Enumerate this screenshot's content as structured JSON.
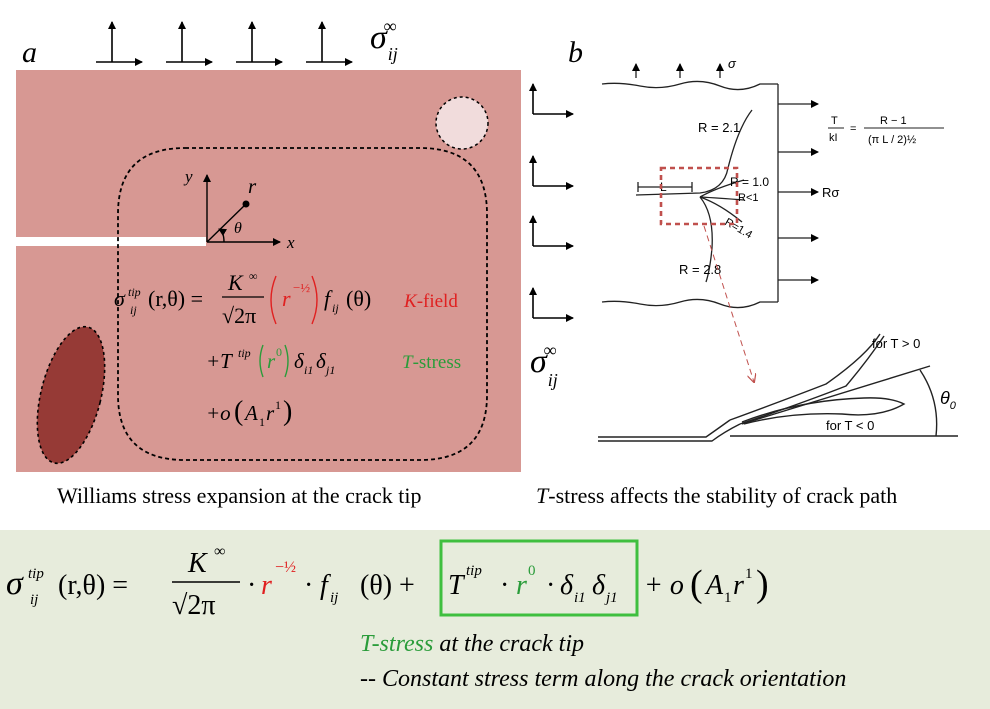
{
  "colors": {
    "plate": "#d79893",
    "hole": "#f1dcdc",
    "inclusion": "#963a36",
    "red": "#e02020",
    "green": "#2a9c3a",
    "bottom_panel": "#e7ecdc",
    "box_green": "#3fbf3f",
    "dashed_box": "#c0504d"
  },
  "panel_a": {
    "label": "a",
    "sigma": "σ",
    "sigma_sub": "ij",
    "sigma_sup": "∞",
    "axis_x": "x",
    "axis_y": "y",
    "r": "r",
    "theta": "θ",
    "caption": "Williams stress expansion at the crack tip",
    "eq1": {
      "lhs": "σ",
      "lhs_sup": "tip",
      "lhs_sub": "ij",
      "args": "(r,θ) =",
      "num": "K",
      "num_sup": "∞",
      "den": "√2π",
      "r_red": "r",
      "r_exp": "−½",
      "f": "f",
      "f_sub": "ij",
      "f_arg": "(θ)"
    },
    "eq2": {
      "plus_T": "+T",
      "T_sup": "tip",
      "r_green": "r",
      "r_exp": "0",
      "delta": "δ",
      "d1": "i1",
      "d2": "j1"
    },
    "eq3": {
      "text": "+o",
      "A": "A",
      "A_sub": "1",
      "r": "r",
      "r_sup": "1"
    },
    "kfield_italic": "K",
    "kfield_rest": "-field",
    "tstress_italic": "T",
    "tstress_rest": "-stress"
  },
  "panel_b": {
    "label": "b",
    "sigma_top": "σ",
    "formula_T": "T",
    "formula_kI": "kI",
    "formula_rhs_num": "R − 1",
    "formula_rhs_den": "(π L / 2)½",
    "R_sigma": "Rσ",
    "L": "L",
    "R_values": [
      "R = 2.1",
      "R = 1.0",
      "R<1",
      "R=1.4",
      "R = 2.8"
    ],
    "for_T_pos": "for  T > 0",
    "for_T_neg": "for  T < 0",
    "theta0": "θ",
    "theta0_sub": "0",
    "sigma": "σ",
    "sigma_sub": "ij",
    "sigma_sup": "∞",
    "caption_italic": "T",
    "caption_rest": "-stress affects the stability of crack path"
  },
  "bottom": {
    "lhs": "σ",
    "lhs_sup": "tip",
    "lhs_sub": "ij",
    "args": "(r,θ) =",
    "num": "K",
    "num_sup": "∞",
    "den": "√2π",
    "dot": "·",
    "r_red": "r",
    "r_exp": "−½",
    "f": "f",
    "f_sub": "ij",
    "f_arg": "(θ) +",
    "T": "T",
    "T_sup": "tip",
    "r_green": "r",
    "r0": "0",
    "delta": "δ",
    "d1": "i1",
    "d2": "j1",
    "tail": "+ o",
    "A": "A",
    "A_sub": "1",
    "rr": "r",
    "rr_sup": "1",
    "note_green": "T-stress",
    "note_rest": " at the crack tip",
    "note2": "-- Constant stress term along the crack orientation"
  }
}
